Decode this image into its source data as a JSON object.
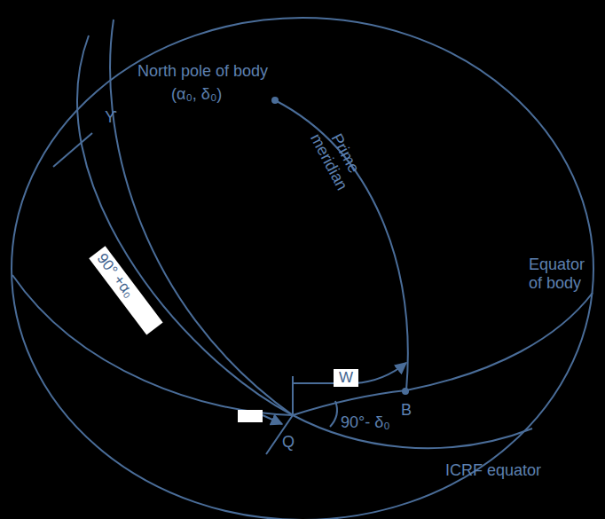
{
  "diagram": {
    "nodes": [
      {
        "text": [
          "90° +α₀"
        ]
      },
      {
        "text": [
          "W"
        ]
      }
    ],
    "labels": [
      "North pole of body",
      "(α₀, δ₀)",
      "Prime meridian",
      "Equator of body",
      "ϒ",
      "B",
      "Q",
      "90°- δ₀",
      "ICRF equator"
    ]
  }
}
